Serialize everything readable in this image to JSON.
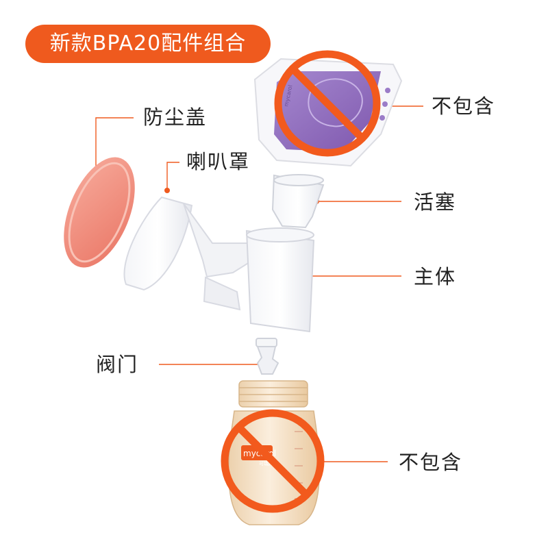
{
  "title": "新款BPA20配件组合",
  "labels": {
    "dust_cover": "防尘盖",
    "flange": "喇叭罩",
    "motor_excluded": "不包含",
    "piston": "活塞",
    "main_body": "主体",
    "valve": "阀门",
    "bottle_excluded": "不包含"
  },
  "product_text": {
    "brand_en": "mycarol",
    "brand_cn": "可瑞儿"
  },
  "colors": {
    "accent": "#ef5a1e",
    "no_sign": "#f25a1d",
    "purple_panel": "#8a63b8",
    "peach_cap": "#f08c7e",
    "bottle_amber": "#f3dcbf"
  }
}
